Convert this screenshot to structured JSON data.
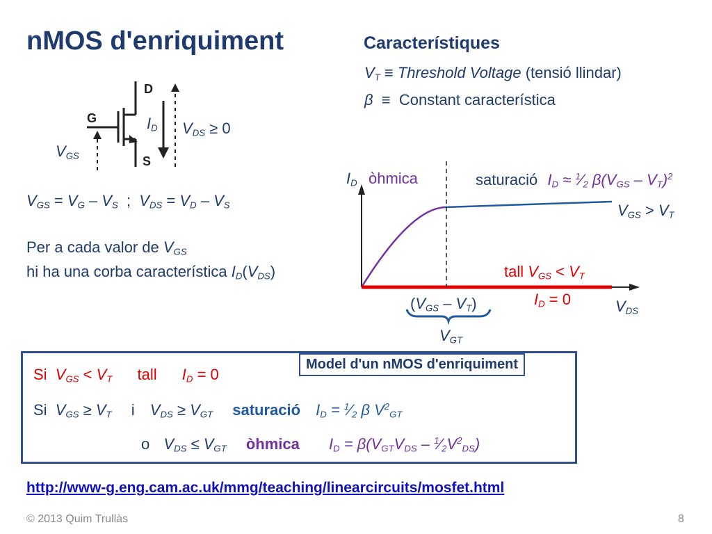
{
  "title": "nMOS d'enriquiment",
  "subtitle": "Característiques",
  "definitions": {
    "vt_threshold": "Threshold Voltage",
    "vt_tension": "(tensió llindar)",
    "beta_text": "Constant característica"
  },
  "equation_line": {
    "vds_rel": "0",
    "eq_text": "VGS = VG – VS  ;  VDS = VD – VS"
  },
  "desc": {
    "line1": "Per a cada valor de",
    "line2": "hi ha una corba característica"
  },
  "graph": {
    "ohmic": "òhmica",
    "saturation": "saturació",
    "cutoff": "tall",
    "id_zero": "= 0"
  },
  "model": {
    "label": "Model d'un nMOS d'enriquiment",
    "si1": "Si",
    "tall": "tall",
    "si2": "Si",
    "i": "i",
    "saturacio": "saturació",
    "o": "o",
    "ohmica": "òhmica"
  },
  "link": "http://www-g.eng.cam.ac.uk/mmg/teaching/linearcircuits/mosfet.html",
  "copyright": "© 2013 Quim Trullàs",
  "page_number": "8"
}
